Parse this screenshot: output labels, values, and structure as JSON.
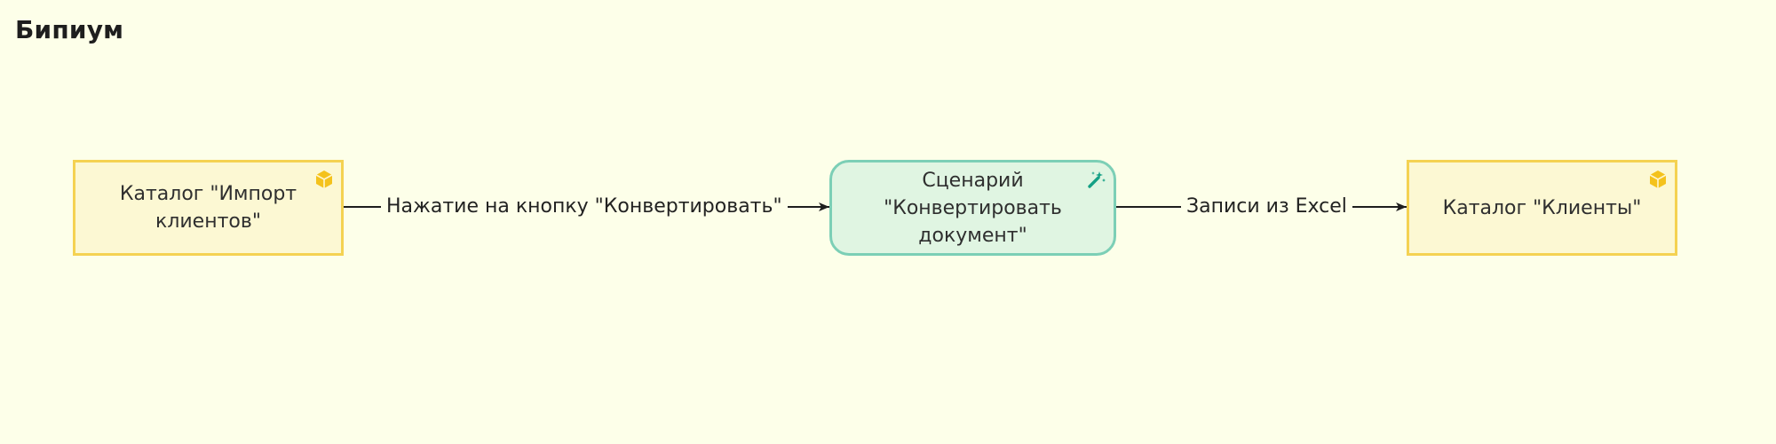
{
  "header": {
    "title": "Бипиум"
  },
  "nodes": {
    "import_catalog": {
      "label": "Каталог \"Импорт клиентов\"",
      "icon": "cube-icon"
    },
    "scenario": {
      "label": "Сценарий \"Конвертировать документ\"",
      "icon": "magic-wand-icon"
    },
    "clients_catalog": {
      "label": "Каталог \"Клиенты\"",
      "icon": "cube-icon"
    }
  },
  "edges": {
    "edge_1": {
      "label": "Нажатие на кнопку \"Конвертировать\""
    },
    "edge_2": {
      "label": "Записи из Excel"
    }
  },
  "colors": {
    "background": "#fdffe9",
    "catalog_fill": "#fcf8d3",
    "catalog_border": "#f4d252",
    "scenario_fill": "#e0f5e2",
    "scenario_border": "#7ccfb6",
    "icon_catalog": "#f4c21c",
    "icon_scenario": "#14a085"
  }
}
